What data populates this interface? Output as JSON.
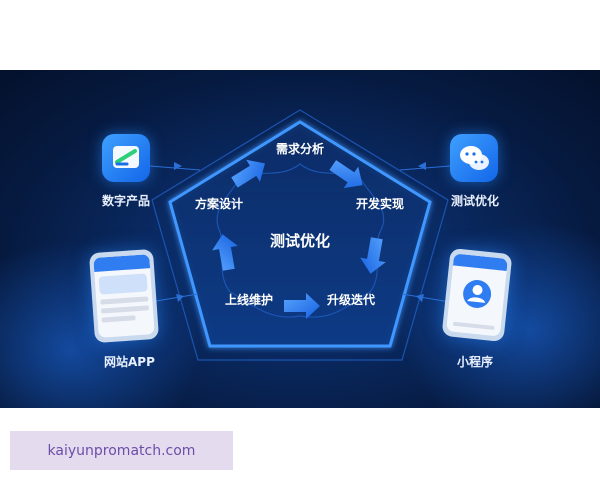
{
  "diagram": {
    "center_title": "测试优化",
    "stages": {
      "requirements": "需求分析",
      "development": "开发实现",
      "upgrade": "升级迭代",
      "maintenance": "上线维护",
      "solution_design": "方案设计"
    },
    "side_items": {
      "digital_product": "数字产品",
      "web_app": "网站APP",
      "test_optimization": "测试优化",
      "mini_program": "小程序"
    }
  },
  "watermark": {
    "text": "kaiyunpromatch.com"
  },
  "colors": {
    "banner_dark": "#061a40",
    "accent_blue": "#2f8bff",
    "arrow_blue": "#3a8dff"
  }
}
